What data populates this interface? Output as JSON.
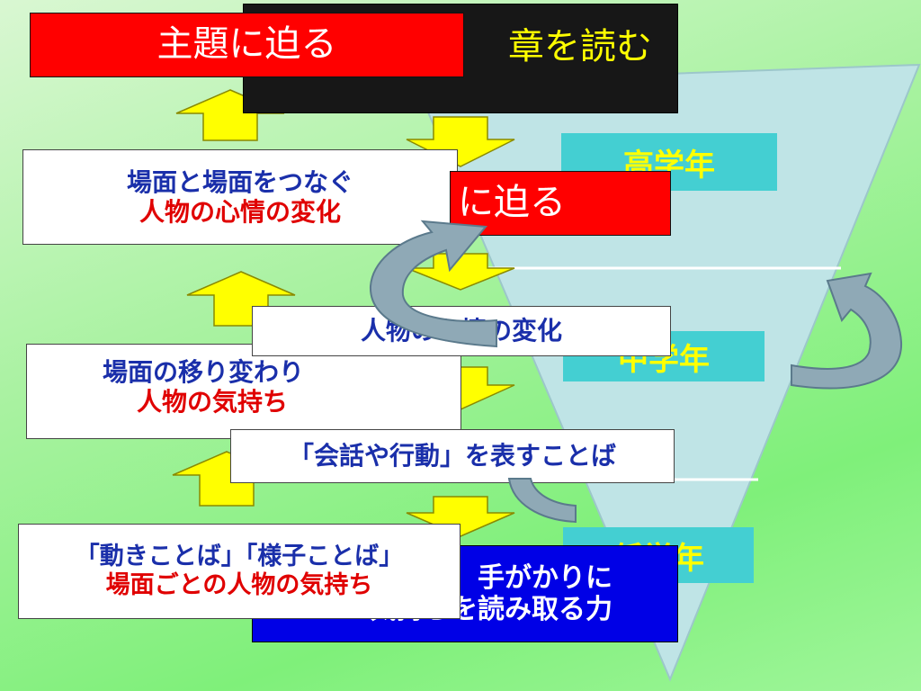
{
  "colors": {
    "triangle": "#bfe4e6",
    "arrow_fill": "#ffff00",
    "curved_arrow": "#8fa9b6",
    "level_label_bg": "#44cfd2",
    "level_label_text": "#ffff00"
  },
  "top": {
    "dark_box": "章を読む",
    "red_box": "主題に迫る"
  },
  "levels": {
    "high": "高学年",
    "middle": "中学年",
    "low": "低学年"
  },
  "high_block": {
    "line1": "場面と場面をつなぐ",
    "line2": "人物の心情の変化",
    "red_box": "に迫る"
  },
  "middle_block": {
    "line1": "場面の移り変わり",
    "line2": "人物の気持ち",
    "overlay": "人物の心情の変化"
  },
  "low_block": {
    "overlay": "「会話や行動」を表すことば",
    "line1": "「動きことば」「様子ことば」",
    "line2": "場面ごとの人物の気持ち",
    "blue_line1": "手がかりに",
    "blue_line2": "気持ちを読み取る力"
  }
}
